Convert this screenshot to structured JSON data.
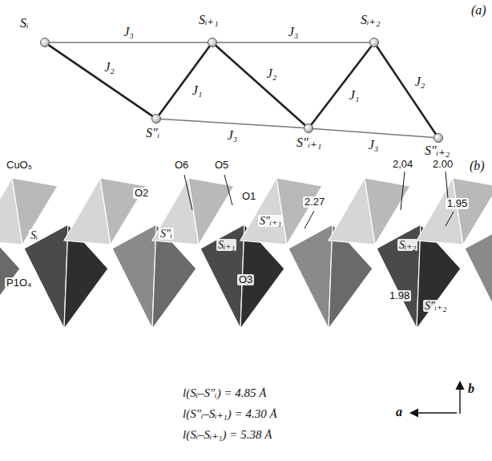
{
  "diagram": {
    "nodes": [
      {
        "text": [
          "Sᵢ"
        ]
      },
      {
        "text": [
          "Sᵢ₊₁"
        ]
      },
      {
        "text": [
          "Sᵢ₊₂"
        ]
      },
      {
        "text": [
          "S″ᵢ"
        ]
      },
      {
        "text": [
          "S″ᵢ₊₁"
        ]
      },
      {
        "text": [
          "S″ᵢ₊₂"
        ]
      }
    ],
    "edges": [
      {
        "from": 0,
        "to": 1,
        "arrow": "none",
        "label": "J₃"
      },
      {
        "from": 1,
        "to": 2,
        "arrow": "none",
        "label": "J₃"
      },
      {
        "from": 3,
        "to": 4,
        "arrow": "none",
        "label": "J₃"
      },
      {
        "from": 4,
        "to": 5,
        "arrow": "none",
        "label": "J₃"
      },
      {
        "from": 0,
        "to": 3,
        "arrow": "none",
        "label": "J₂"
      },
      {
        "from": 3,
        "to": 1,
        "arrow": "none",
        "label": "J₁"
      },
      {
        "from": 1,
        "to": 4,
        "arrow": "none",
        "label": "J₂"
      },
      {
        "from": 4,
        "to": 2,
        "arrow": "none",
        "label": "J₁"
      },
      {
        "from": 2,
        "to": 5,
        "arrow": "none",
        "label": "J₂"
      }
    ],
    "labels": [
      "(a)",
      "(b)",
      "CuO₅",
      "O2",
      "O6",
      "O5",
      "O1",
      "2,04",
      "2.00",
      "2.27",
      "1.95",
      "Sᵢ",
      "S″ᵢ",
      "Sᵢ₊₁",
      "S″ᵢ₊₁",
      "Sᵢ₊₂",
      "S″ᵢ₊₂",
      "O3",
      "1.98",
      "P1O₄",
      "l(Sᵢ–S″ᵢ) = 4.85 Å",
      "l(S″ᵢ–Sᵢ₊₁) = 4.30 Å",
      "l(Sᵢ–Sᵢ₊₁) = 5.38 Å",
      "a",
      "b"
    ]
  }
}
